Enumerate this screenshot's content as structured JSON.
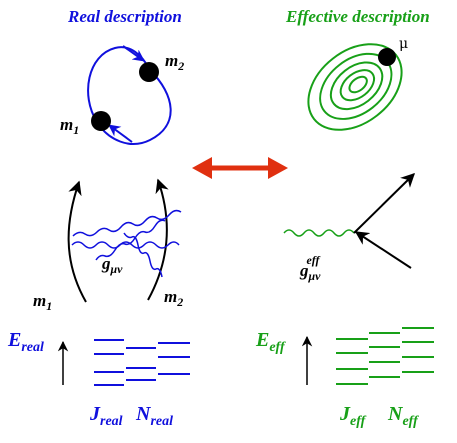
{
  "real": {
    "title": "Real description",
    "mass1": "m",
    "mass1_sub": "1",
    "mass2": "m",
    "mass2_sub": "2",
    "field": "g",
    "field_sub": "μν",
    "leg1": "m",
    "leg1_sub": "1",
    "leg2": "m",
    "leg2_sub": "2",
    "energy": "E",
    "energy_sub": "real",
    "j": "J",
    "j_sub": "real",
    "n": "N",
    "n_sub": "real"
  },
  "effective": {
    "title": "Effective description",
    "mu": "μ",
    "field": "g",
    "field_sub": "μν",
    "field_sup": "eff",
    "energy": "E",
    "energy_sub": "eff",
    "j": "J",
    "j_sub": "eff",
    "n": "N",
    "n_sub": "eff"
  },
  "colors": {
    "real": "#1010dd",
    "effective": "#18a018",
    "equivalence_arrow": "#e03010"
  }
}
